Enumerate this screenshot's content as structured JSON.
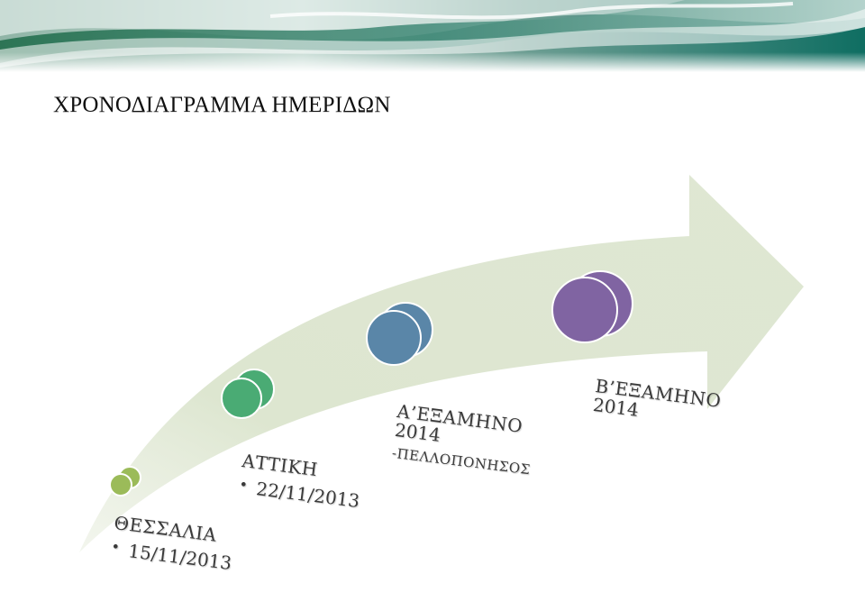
{
  "title": "ΧΡΟΝΟΔΙΑΓΡΑΜΜΑ ΗΜΕΡΙΔΩΝ",
  "milestones": [
    {
      "name": "ΘΕΣΣΑΛΙΑ",
      "date": "15/11/2013",
      "color": "#9bbb59"
    },
    {
      "name": "ΑΤΤΙΚΗ",
      "date": "22/11/2013",
      "color": "#4aab74"
    },
    {
      "name": "Α’ΕΞΑΜΗΝΟ",
      "year": "2014",
      "sub": "-ΠΕΛΛΟΠΟΝΗΣΟΣ",
      "color": "#5a86a8"
    },
    {
      "name": "Β’ΕΞΑΜΗΝΟ",
      "year": "2014",
      "color": "#8064a2"
    }
  ],
  "colors": {
    "arrow": "#dfe7d2",
    "text": "#3a3a3a"
  }
}
